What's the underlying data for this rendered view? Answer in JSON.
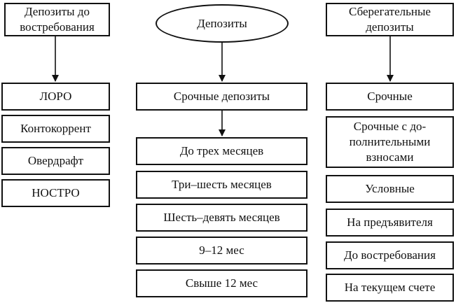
{
  "left": {
    "header": "Депозиты до\nвостребования",
    "items": [
      "ЛОРО",
      "Контокоррент",
      "Овердрафт",
      "НОСТРО"
    ]
  },
  "center": {
    "header": "Депозиты",
    "sub": "Срочные депозиты",
    "items": [
      "До трех месяцев",
      "Три–шесть месяцев",
      "Шесть–девять месяцев",
      "9–12 мес",
      "Свыше 12 мес"
    ]
  },
  "right": {
    "header": "Сберегательные\nдепозиты",
    "items": [
      "Срочные",
      "Срочные с до-\nполнительными\nвзносами",
      "Условные",
      "На предъявителя",
      "До востребования",
      "На текущем счете"
    ]
  }
}
